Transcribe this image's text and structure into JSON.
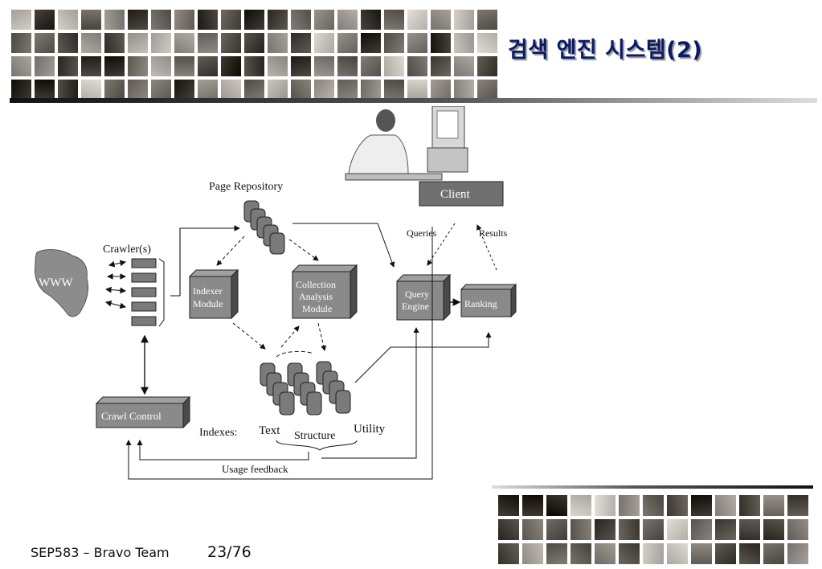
{
  "slide": {
    "title": "검색 엔진 시스템(2)",
    "footer_team": "SEP583 – Bravo Team",
    "page": "23/76"
  },
  "diagram": {
    "nodes": {
      "www": "WWW",
      "crawlers": "Crawler(s)",
      "page_repository": "Page  Repository",
      "client": "Client",
      "indexer_line1": "Indexer",
      "indexer_line2": "Module",
      "collection_line1": "Collection",
      "collection_line2": "Analysis",
      "collection_line3": "Module",
      "query_line1": "Query",
      "query_line2": "Engine",
      "ranking": "Ranking",
      "crawl_control": "Crawl Control"
    },
    "labels": {
      "queries": "Queries",
      "results": "Results",
      "indexes": "Indexes:",
      "text": "Text",
      "structure": "Structure",
      "utility": "Utility",
      "usage_feedback": "Usage feedback"
    }
  },
  "colors": {
    "title": "#0a1a66",
    "box_fill": "#8a8a8a",
    "box_dark": "#4a4a4a"
  }
}
